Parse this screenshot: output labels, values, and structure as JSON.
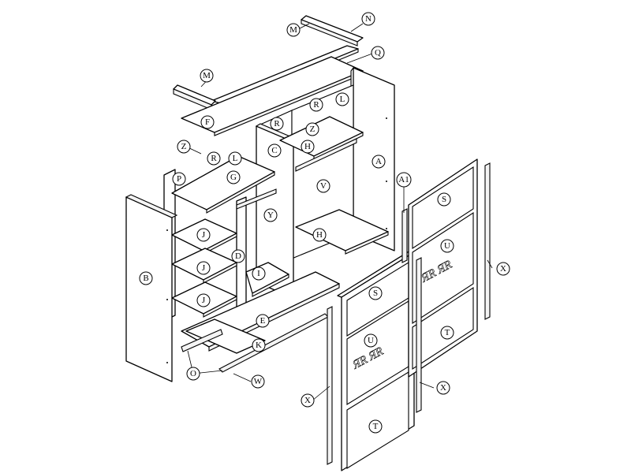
{
  "diagram": {
    "labels": {
      "M": "M",
      "N": "N",
      "Q": "Q",
      "F": "F",
      "R": "R",
      "L": "L",
      "Z": "Z",
      "C": "C",
      "H": "H",
      "A": "A",
      "A1": "A1",
      "G": "G",
      "P": "P",
      "V": "V",
      "Y": "Y",
      "S": "S",
      "B": "B",
      "J": "J",
      "D": "D",
      "I": "I",
      "U": "U",
      "X": "X",
      "E": "E",
      "K": "K",
      "T": "T",
      "O": "O",
      "W": "W"
    },
    "door_decoration": "ЯR ЯR"
  }
}
